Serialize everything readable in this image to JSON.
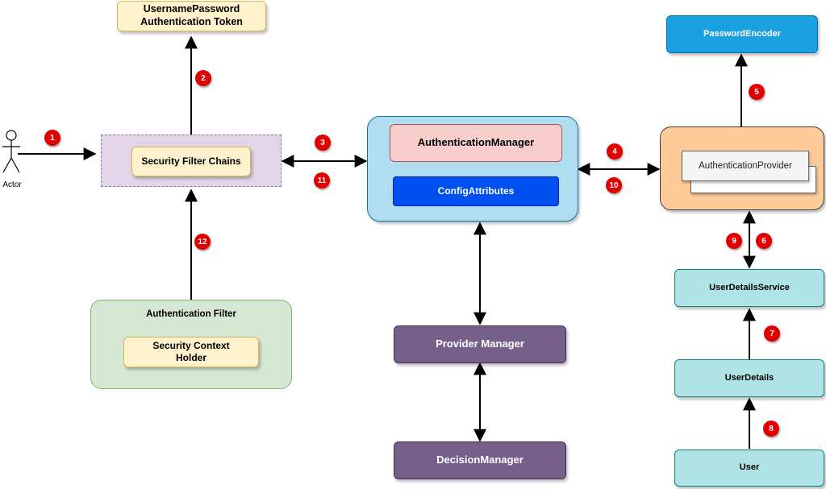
{
  "actor": {
    "label": "Actor"
  },
  "token": {
    "label": "UsernamePassword\nAuthentication Token"
  },
  "filter_chains": {
    "label": "Security Filter Chains"
  },
  "auth_filter": {
    "title": "Authentication Filter",
    "holder": "Security Context\nHolder"
  },
  "auth_manager": {
    "label": "AuthenticationManager"
  },
  "config_attributes": {
    "label": "ConfigAttributes"
  },
  "provider_manager": {
    "label": "Provider Manager"
  },
  "decision_manager": {
    "label": "DecisionManager"
  },
  "password_encoder": {
    "label": "PasswordEncoder"
  },
  "auth_provider": {
    "label": "AuthenticationProvider"
  },
  "user_details_service": {
    "label": "UserDetailsService"
  },
  "user_details": {
    "label": "UserDetails"
  },
  "user": {
    "label": "User"
  },
  "steps": [
    "1",
    "2",
    "3",
    "4",
    "5",
    "6",
    "7",
    "8",
    "9",
    "10",
    "11",
    "12"
  ],
  "colors": {
    "step_badge": "#e10000",
    "token_fill": "#fff2cc",
    "filter_area_fill": "#e1d5e7",
    "auth_filter_fill": "#d5e8d4",
    "manager_container_fill": "#b1ddf0",
    "auth_manager_fill": "#f8cecc",
    "config_fill": "#0050ef",
    "purple_fill": "#76608a",
    "encoder_fill": "#1ba1e2",
    "provider_container_fill": "#ffcc99",
    "teal_fill": "#b0e3e6"
  }
}
